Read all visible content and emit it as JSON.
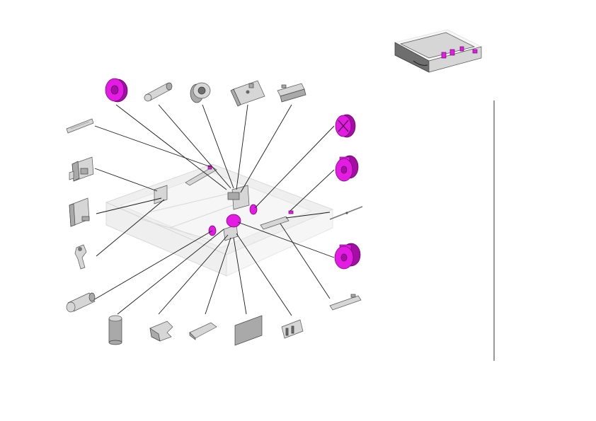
{
  "colors": {
    "accent": "#e31be3",
    "part_gray": "#bdbdbd",
    "line": "#1a1a1a",
    "divider": "#333333"
  },
  "diagram": {
    "type": "exploded-parts-view",
    "subject": "paper-tray-assembly",
    "callouts": [
      {
        "part": "pink-roller-top-left",
        "color": "accent"
      },
      {
        "part": "gray-shaft",
        "color": "gray"
      },
      {
        "part": "bushing",
        "color": "gray"
      },
      {
        "part": "bracket-plate-left",
        "color": "gray"
      },
      {
        "part": "bracket-plate-right",
        "color": "gray"
      },
      {
        "part": "pink-gear-right-top",
        "color": "accent"
      },
      {
        "part": "pink-roller-right",
        "color": "accent"
      },
      {
        "part": "pin",
        "color": "gray"
      },
      {
        "part": "pink-roller-right-bottom",
        "color": "accent"
      },
      {
        "part": "strip-right",
        "color": "gray"
      },
      {
        "part": "clip-bottom-right",
        "color": "gray"
      },
      {
        "part": "pad-plate",
        "color": "gray"
      },
      {
        "part": "pad",
        "color": "gray"
      },
      {
        "part": "latch",
        "color": "gray"
      },
      {
        "part": "tube",
        "color": "gray"
      },
      {
        "part": "roller-gray-long",
        "color": "gray"
      },
      {
        "part": "lever",
        "color": "gray"
      },
      {
        "part": "bracket-small",
        "color": "gray"
      },
      {
        "part": "guide-bracket",
        "color": "gray"
      },
      {
        "part": "strip-left",
        "color": "gray"
      }
    ]
  }
}
